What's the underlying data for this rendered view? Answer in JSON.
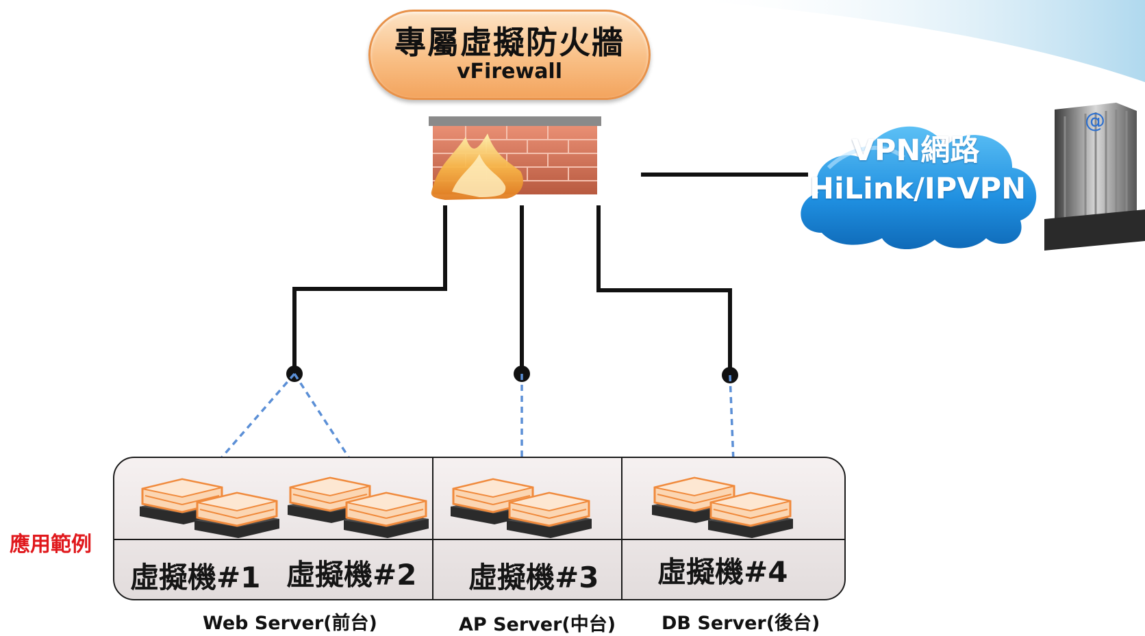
{
  "title": {
    "main": "專屬虛擬防火牆",
    "sub": "vFirewall"
  },
  "cloud": {
    "line1": "VPN網路",
    "line2": "HiLink/IPVPN"
  },
  "example_label": "應用範例",
  "vms": [
    {
      "label": "虛擬機#1"
    },
    {
      "label": "虛擬機#2"
    },
    {
      "label": "虛擬機#3"
    },
    {
      "label": "虛擬機#4"
    }
  ],
  "server_groups": [
    {
      "label": "Web Server(前台)"
    },
    {
      "label": "AP Server(中台)"
    },
    {
      "label": "DB Server(後台)"
    }
  ],
  "colors": {
    "line": "#111111",
    "dashed_link": "#5b8fd6",
    "cloud": "#1f8fe0",
    "title_fill": "#f9bf85",
    "example_label": "#e0181c"
  }
}
